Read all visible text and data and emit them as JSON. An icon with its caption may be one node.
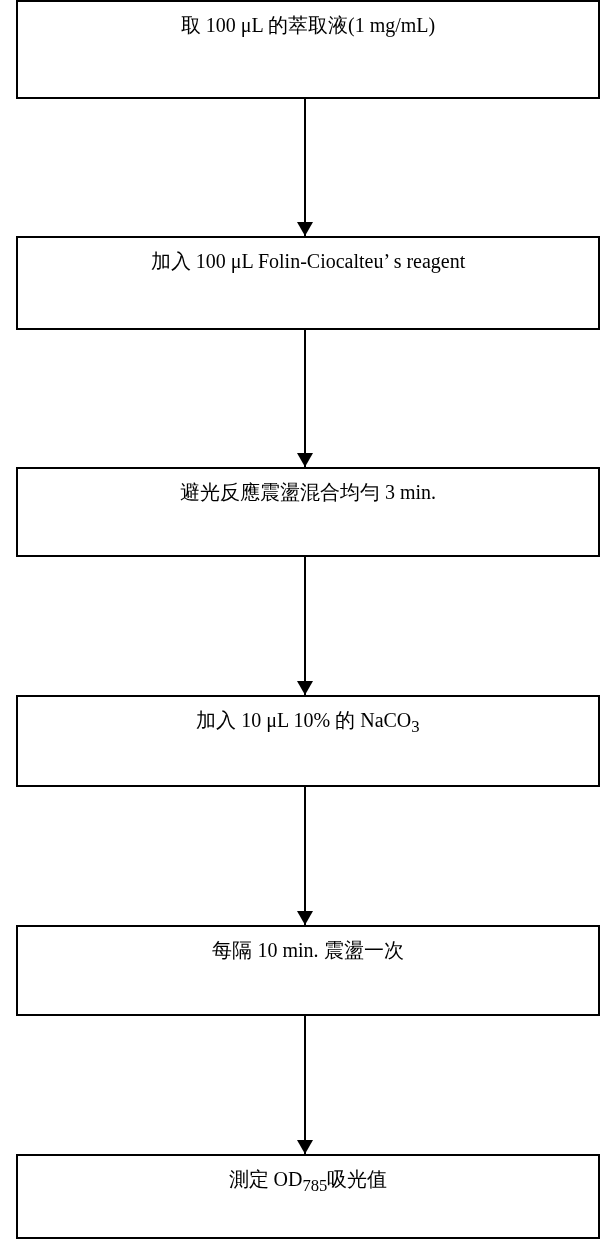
{
  "diagram": {
    "nodes": [
      {
        "text": [
          "取 100 μL 的萃取液(1 mg/mL)"
        ]
      },
      {
        "text": [
          "加入 100 μL Folin-Ciocalteu’ s reagent"
        ]
      },
      {
        "text": [
          "避光反應震盪混合均勻 3 min."
        ]
      },
      {
        "text": [
          "加入 10 μL 10% 的 NaCO$_{3}$"
        ]
      },
      {
        "text": [
          "每隔 10 min. 震盪一次"
        ]
      },
      {
        "text": [
          "測定 OD$_{785}$吸光值"
        ]
      }
    ],
    "edges": [
      {
        "from": 0,
        "to": 1,
        "arrow": "to"
      },
      {
        "from": 1,
        "to": 2,
        "arrow": "to"
      },
      {
        "from": 2,
        "to": 3,
        "arrow": "to"
      },
      {
        "from": 3,
        "to": 4,
        "arrow": "to"
      },
      {
        "from": 4,
        "to": 5,
        "arrow": "to"
      }
    ]
  }
}
